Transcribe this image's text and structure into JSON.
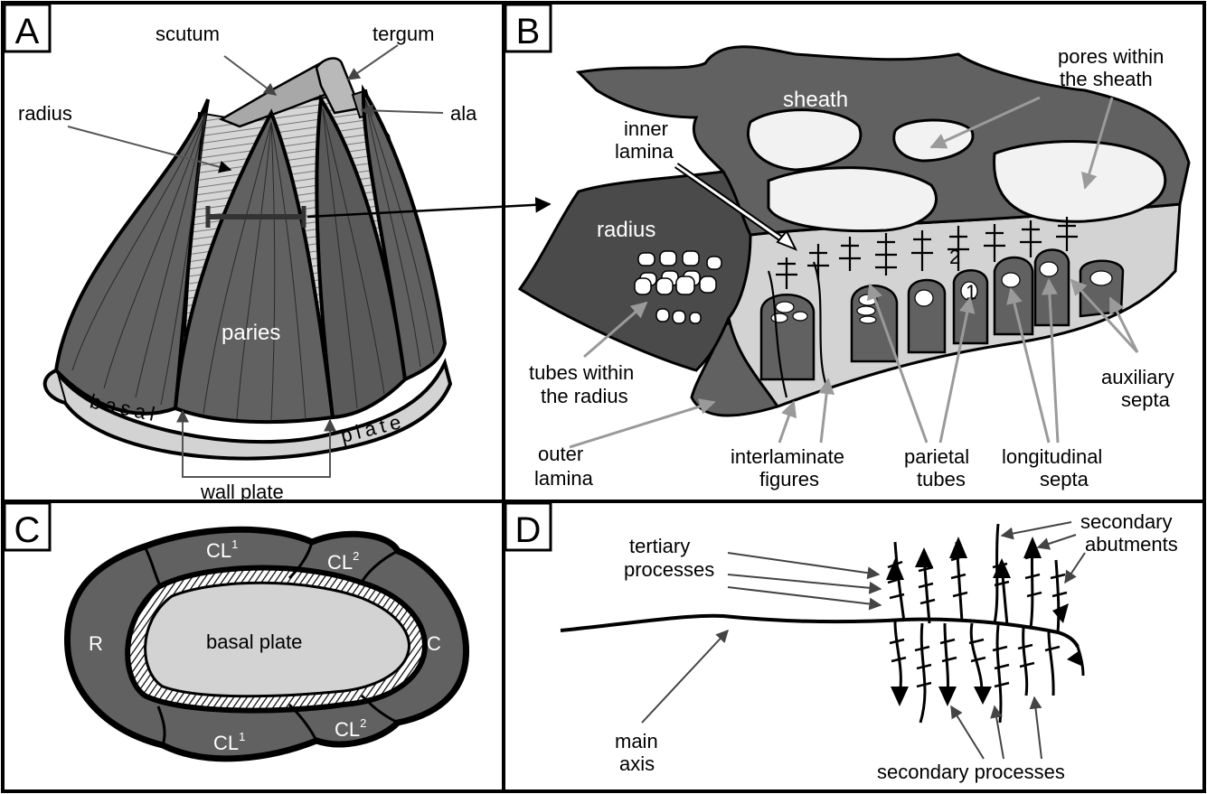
{
  "panels": {
    "A": {
      "letter": "A",
      "labels": {
        "scutum": "scutum",
        "tergum": "tergum",
        "radius": "radius",
        "ala": "ala",
        "paries": "paries",
        "basal": "basal",
        "plate": "plate",
        "wall_plate": "wall plate"
      }
    },
    "B": {
      "letter": "B",
      "labels": {
        "sheath": "sheath",
        "pores_line1": "pores within",
        "pores_line2": "the sheath",
        "inner_line1": "inner",
        "inner_line2": "lamina",
        "radius": "radius",
        "tubes_line1": "tubes within",
        "tubes_line2": "the radius",
        "outer_line1": "outer",
        "outer_line2": "lamina",
        "interlaminate_line1": "interlaminate",
        "interlaminate_line2": "figures",
        "parietal_line1": "parietal",
        "parietal_line2": "tubes",
        "longitudinal_line1": "longitudinal",
        "longitudinal_line2": "septa",
        "auxiliary_line1": "auxiliary",
        "auxiliary_line2": "septa",
        "num1": "1",
        "num2": "2"
      }
    },
    "C": {
      "letter": "C",
      "labels": {
        "cl": "CL",
        "sup1": "1",
        "sup2": "2",
        "r": "R",
        "c": "C",
        "basal_plate": "basal plate"
      }
    },
    "D": {
      "letter": "D",
      "labels": {
        "tertiary_line1": "tertiary",
        "tertiary_line2": "processes",
        "secondary_ab_line1": "secondary",
        "secondary_ab_line2": "abutments",
        "main_line1": "main",
        "main_line2": "axis",
        "secondary_processes": "secondary processes"
      }
    }
  },
  "colors": {
    "dark_plate": "#616161",
    "darker_plate": "#4a4a4a",
    "light_fill": "#d3d3d3",
    "pore_fill": "#f2f2f2",
    "gray_arrow": "#9a9a9a",
    "outline": "#000000"
  }
}
